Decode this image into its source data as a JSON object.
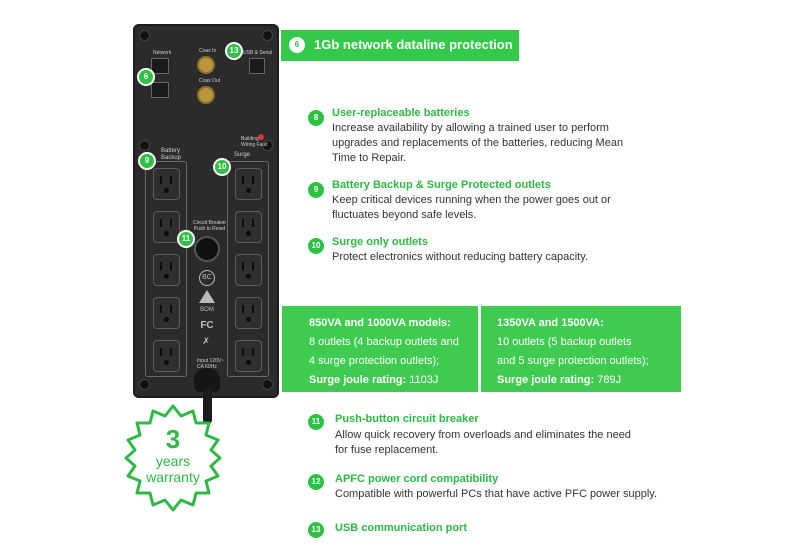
{
  "device": {
    "port_labels": {
      "network": "Network",
      "coax_in": "Coax In",
      "coax_out": "Coax Out",
      "usb": "USB & Serial",
      "battery_backup": "Battery\nBackup",
      "surge": "Surge",
      "building_wiring": "Building\nWiring Fault",
      "circuit_breaker": "Circuit Breaker\nPush to Reset",
      "input": "Input 120V~\nCA 60Hz"
    },
    "certs": [
      "BC",
      "FC",
      "BOM"
    ],
    "callouts": [
      "6",
      "13",
      "9",
      "10",
      "11"
    ]
  },
  "header": {
    "num": "6",
    "title": "1Gb network dataline protection"
  },
  "features": [
    {
      "num": "8",
      "title": "User-replaceable batteries",
      "desc": [
        "Increase availability by allowing a trained user to perform",
        "upgrades and replacements of the batteries, reducing Mean",
        "Time to Repair."
      ]
    },
    {
      "num": "9",
      "title": "Battery Backup & Surge Protected outlets",
      "desc": [
        "Keep critical devices running when the power goes out or",
        "fluctuates beyond safe levels."
      ]
    },
    {
      "num": "10",
      "title": "Surge only outlets",
      "desc": [
        "Protect electronics without reducing battery capacity."
      ]
    },
    {
      "num": "11",
      "title": "Push-button circuit breaker",
      "desc": [
        "Allow quick recovery from overloads and eliminates the need",
        "for fuse replacement."
      ]
    },
    {
      "num": "12",
      "title": "APFC power cord compatibility",
      "desc": [
        "Compatible with powerful PCs that have active PFC power supply."
      ]
    },
    {
      "num": "13",
      "title": "USB communication port",
      "desc": []
    }
  ],
  "models": [
    {
      "heading": "850VA and 1000VA models:",
      "line1": "8 outlets (4 backup outlets and",
      "line2": "4 surge protection outlets);",
      "joule_label": "Surge joule rating:",
      "joule_value": "1103J"
    },
    {
      "heading": "1350VA and 1500VA:",
      "line1": "10 outlets  (5 backup outlets",
      "line2": "and 5 surge protection outlets);",
      "joule_label": "Surge joule rating:",
      "joule_value": "789J"
    }
  ],
  "warranty": {
    "number": "3",
    "line1": "years",
    "line2": "warranty"
  },
  "colors": {
    "accent": "#2fb845",
    "box": "#3ecb50",
    "device": "#2b2b2d"
  }
}
